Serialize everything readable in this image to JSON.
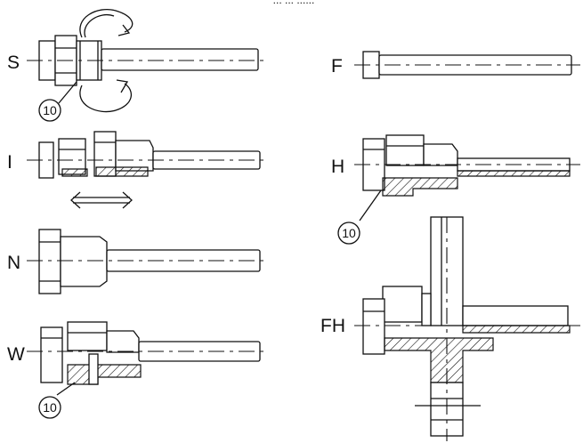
{
  "top_caption": "... ... ......",
  "variants": {
    "S": "S",
    "I": "I",
    "N": "N",
    "W": "W",
    "F": "F",
    "H": "H",
    "FH": "FH"
  },
  "callouts": {
    "s_seal": "10",
    "h_seal": "10",
    "w_seal": "10"
  }
}
